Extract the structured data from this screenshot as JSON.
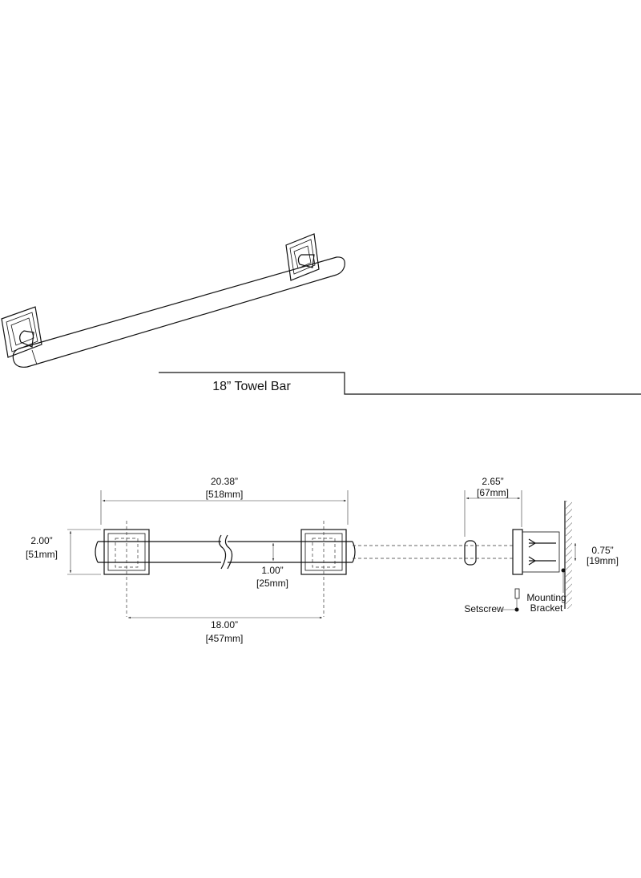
{
  "title": "18”  Towel Bar",
  "dimensions": {
    "overall_length": "20.38”",
    "overall_length_mm": "[518mm]",
    "center_to_center": "18.00”",
    "center_to_center_mm": "[457mm]",
    "flange_height": "2.00”",
    "flange_height_mm": "[51mm]",
    "bar_diameter": "1.00”",
    "bar_diameter_mm": "[25mm]",
    "projection": "2.65”",
    "projection_mm": "[67mm]",
    "bracket_depth": "0.75”",
    "bracket_depth_mm": "[19mm]"
  },
  "callouts": {
    "setscrew": "Setscrew",
    "mounting_1": "Mounting",
    "mounting_2": "Bracket"
  }
}
